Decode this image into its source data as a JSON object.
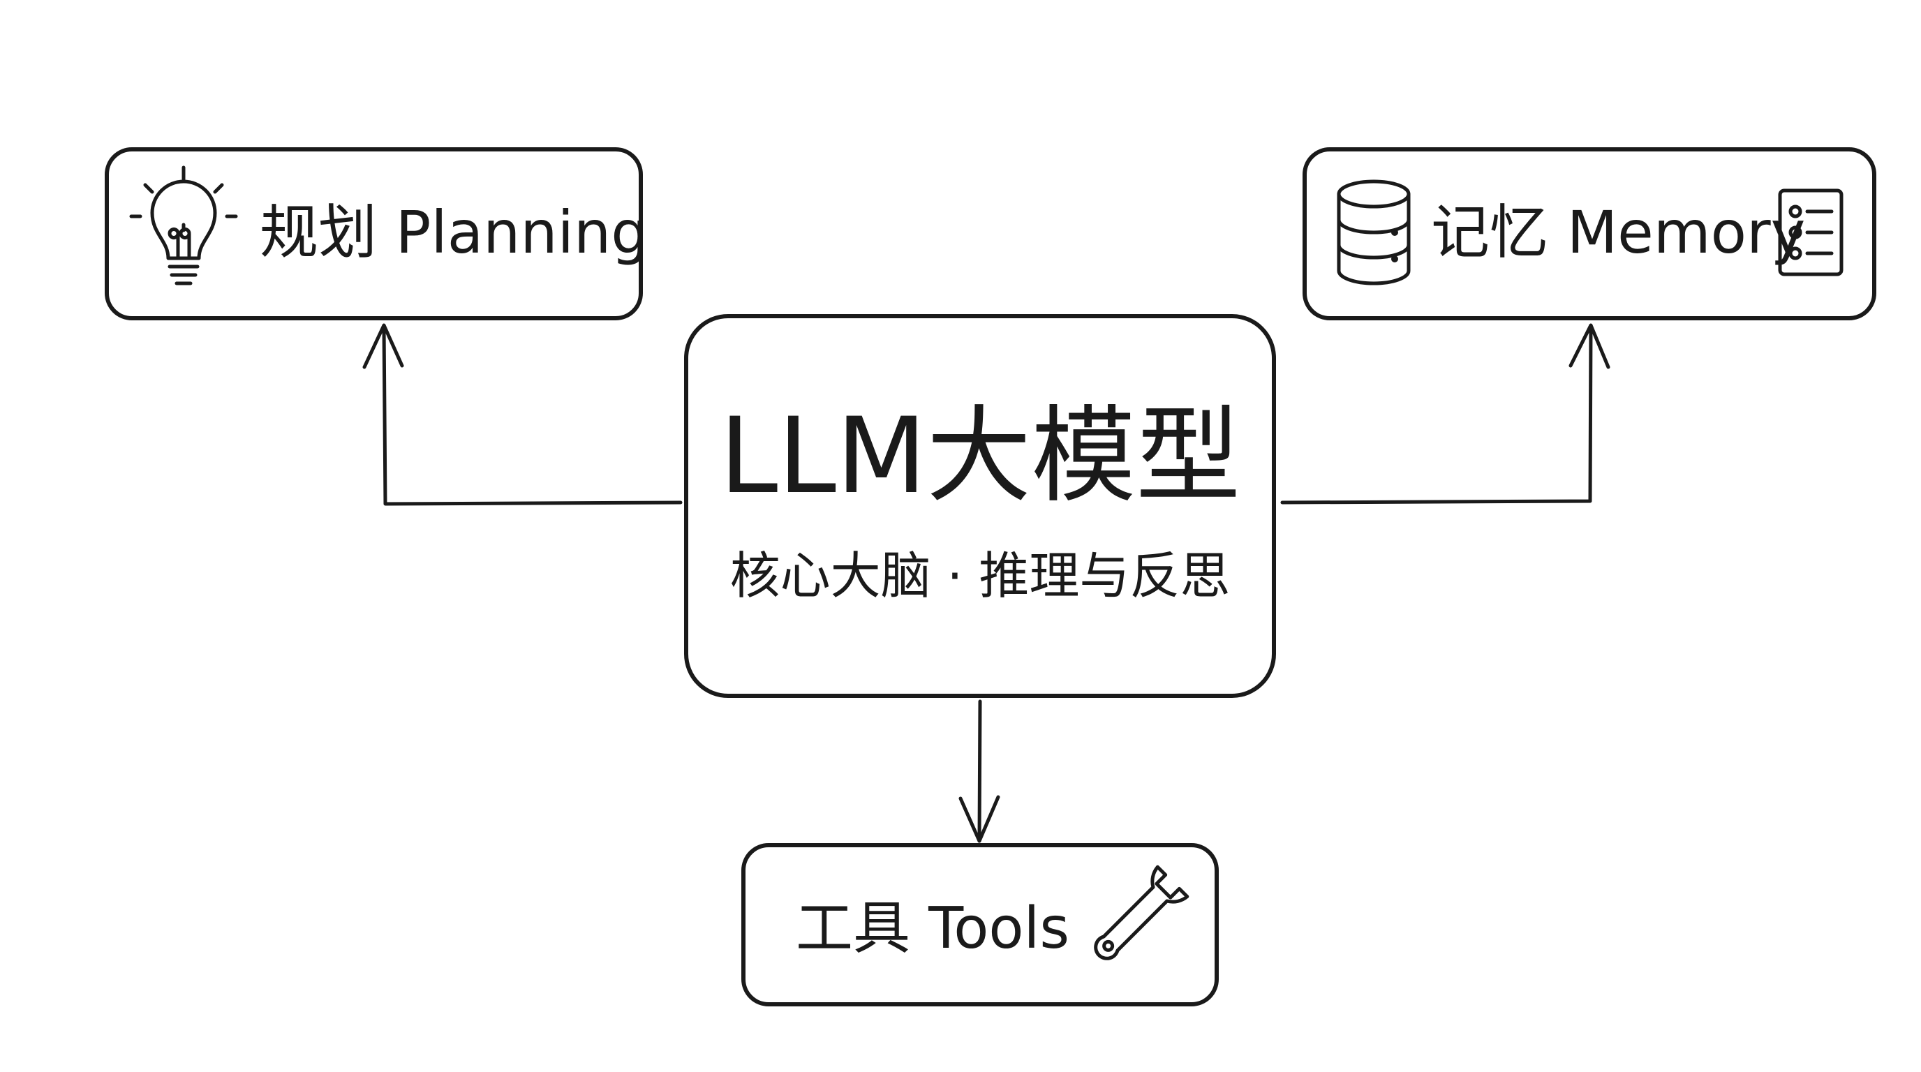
{
  "nodes": {
    "center": {
      "title": "LLM大模型",
      "subtitle": "核心大脑 · 推理与反思"
    },
    "planning": {
      "label": "规划 Planning",
      "icon": "lightbulb-icon"
    },
    "memory": {
      "label": "记忆 Memory",
      "icons": [
        "database-icon",
        "list-icon"
      ]
    },
    "tools": {
      "label": "工具 Tools",
      "icon": "wrench-icon"
    }
  },
  "edges": [
    {
      "from": "center",
      "to": "planning"
    },
    {
      "from": "center",
      "to": "memory"
    },
    {
      "from": "center",
      "to": "tools"
    }
  ],
  "colors": {
    "stroke": "#1a1a1a",
    "background": "#ffffff"
  }
}
